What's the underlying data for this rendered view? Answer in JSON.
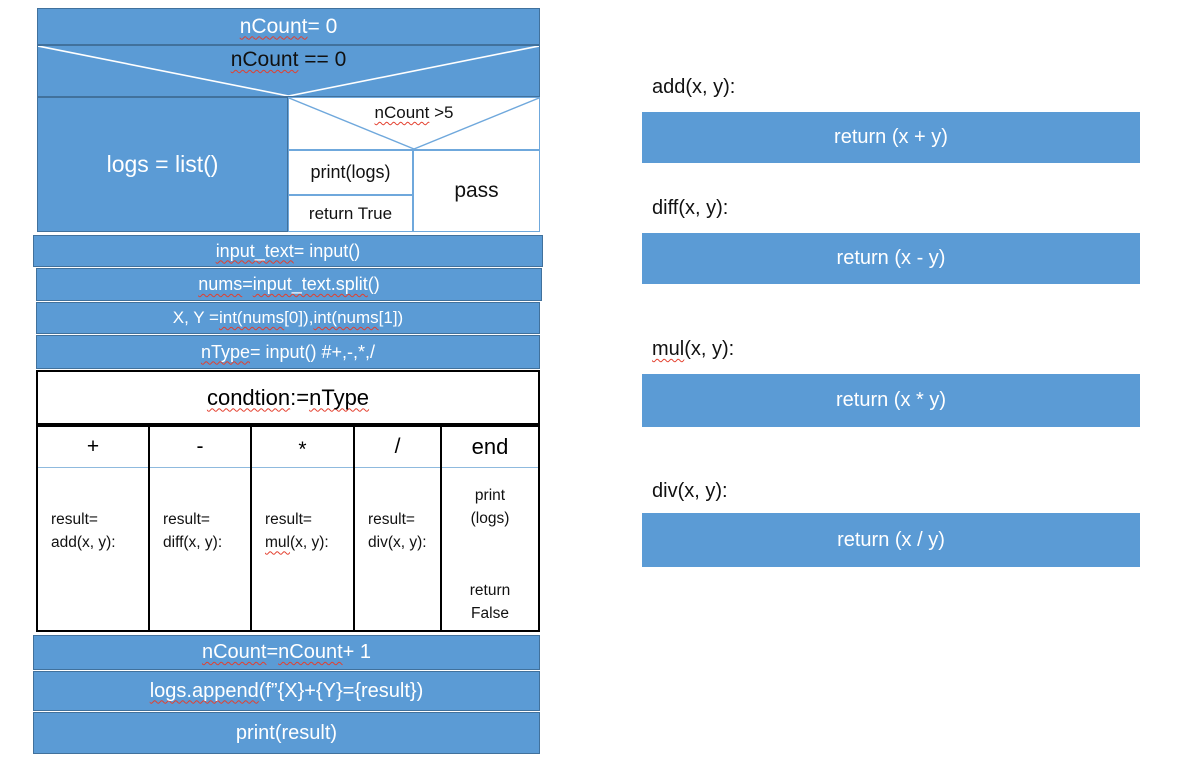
{
  "colors": {
    "shape_fill": "#5b9bd5",
    "shape_border": "#41719c",
    "inner_border": "#6fa8dc",
    "table_border": "#000000",
    "header_underline": "#8fbade",
    "spellcheck_squiggle": "#e33f2e",
    "text_on_fill": "#ffffff",
    "text_dark": "#111111"
  },
  "diagram": {
    "init": [
      {
        "t": "nCount",
        "sq": true
      },
      {
        "t": " = 0"
      }
    ],
    "outer_condition": [
      {
        "t": "nCount",
        "sq": true
      },
      {
        "t": " == 0"
      }
    ],
    "logs_init": [
      {
        "t": "logs = list()"
      }
    ],
    "inner_condition": [
      {
        "t": "nCount",
        "sq": true
      },
      {
        "t": " >5"
      }
    ],
    "print_logs": [
      {
        "t": "print(logs)"
      }
    ],
    "return_true": [
      {
        "t": "return True"
      }
    ],
    "pass_stmt": [
      {
        "t": "pass"
      }
    ],
    "input_text": [
      {
        "t": "input_text",
        "sq": true
      },
      {
        "t": " = input()"
      }
    ],
    "nums_split": [
      {
        "t": "nums",
        "sq": true
      },
      {
        "t": " = "
      },
      {
        "t": "input_text.split",
        "sq": true
      },
      {
        "t": "()"
      }
    ],
    "xy_assign": [
      {
        "t": "X, Y = "
      },
      {
        "t": "int(nums",
        "sq": true
      },
      {
        "t": "[0]), "
      },
      {
        "t": "int(nums",
        "sq": true
      },
      {
        "t": "[1])"
      }
    ],
    "ntype_input": [
      {
        "t": "nType",
        "sq": true
      },
      {
        "t": " = input() #+,-,*,/"
      }
    ],
    "switch_title": [
      {
        "t": "condtion",
        "sq": true
      },
      {
        "t": " := "
      },
      {
        "t": "nType",
        "sq": true
      }
    ],
    "cases": {
      "plus": {
        "header": [
          {
            "t": "+"
          }
        ],
        "lines": [
          [
            {
              "t": "result="
            }
          ],
          [
            {
              "t": "add(x, y):"
            }
          ]
        ]
      },
      "minus": {
        "header": [
          {
            "t": "-"
          }
        ],
        "lines": [
          [
            {
              "t": "result="
            }
          ],
          [
            {
              "t": "diff(x, y):"
            }
          ]
        ]
      },
      "star": {
        "header": [
          {
            "t": "*"
          }
        ],
        "lines": [
          [
            {
              "t": "result="
            }
          ],
          [
            {
              "t": "mul",
              "sq": true
            },
            {
              "t": "(x, y):"
            }
          ]
        ]
      },
      "slash": {
        "header": [
          {
            "t": "/"
          }
        ],
        "lines": [
          [
            {
              "t": "result="
            }
          ],
          [
            {
              "t": "div(x, y):"
            }
          ]
        ]
      },
      "end": {
        "header": [
          {
            "t": "end"
          }
        ],
        "block1": [
          [
            {
              "t": "print"
            }
          ],
          [
            {
              "t": "(logs)"
            }
          ]
        ],
        "block2": [
          [
            {
              "t": "return"
            }
          ],
          [
            {
              "t": "False"
            }
          ]
        ]
      }
    },
    "increment": [
      {
        "t": "nCount",
        "sq": true
      },
      {
        "t": " = "
      },
      {
        "t": "nCount",
        "sq": true
      },
      {
        "t": " + 1"
      }
    ],
    "logs_append": [
      {
        "t": "logs.append",
        "sq": true
      },
      {
        "t": "(f”{X}+{Y}={result})"
      }
    ],
    "print_result": [
      {
        "t": "print(result)"
      }
    ]
  },
  "functions": {
    "add": {
      "label": [
        {
          "t": "add(x, y):"
        }
      ],
      "body": [
        {
          "t": "return (x + y)"
        }
      ]
    },
    "diff": {
      "label": [
        {
          "t": "diff(x, y):"
        }
      ],
      "body": [
        {
          "t": "return (x - y)"
        }
      ]
    },
    "mul": {
      "label": [
        {
          "t": "mul",
          "sq": true
        },
        {
          "t": "(x, y):"
        }
      ],
      "body": [
        {
          "t": "return (x * y)"
        }
      ]
    },
    "div": {
      "label": [
        {
          "t": "div(x, y):"
        }
      ],
      "body": [
        {
          "t": "return (x / y)"
        }
      ]
    }
  }
}
